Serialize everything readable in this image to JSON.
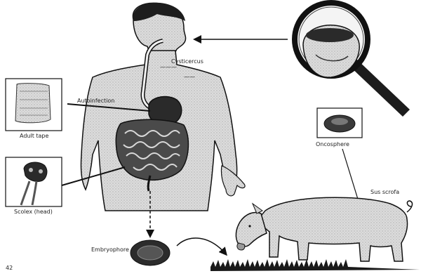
{
  "labels": {
    "cyst": "Cysticercus",
    "autoinfection": "Autoinfection",
    "adult_box": "Adult tape",
    "scolex_box": "Scolex (head)",
    "egg_box": "Oncosphere",
    "ground_egg": "Embryophore",
    "host": "Sus scrofa",
    "corner": "42"
  },
  "colors": {
    "ink": "#111111",
    "body_fill": "#d9d9d9",
    "dark_fill": "#2a2a2a",
    "grass": "#1a1a1a"
  }
}
